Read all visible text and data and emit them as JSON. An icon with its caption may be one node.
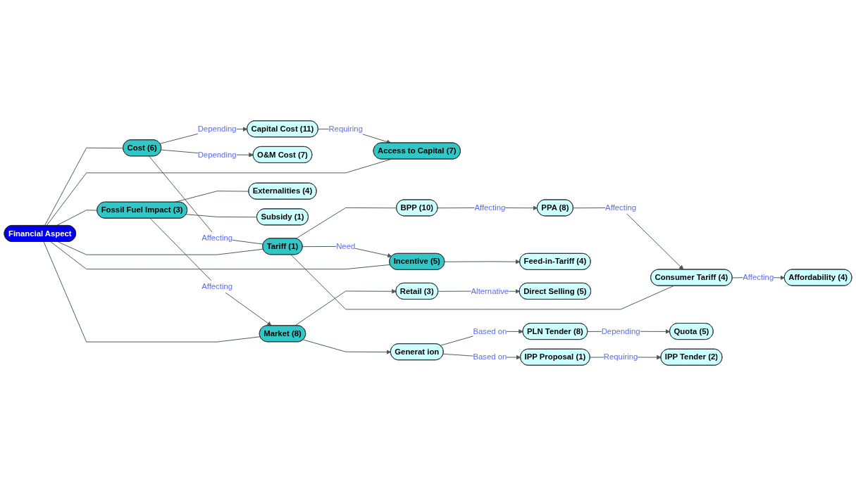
{
  "diagram": {
    "nodes": [
      {
        "text": [
          "Access to Capital (7)"
        ]
      },
      {
        "text": [
          "Capital Cost (11)"
        ]
      },
      {
        "text": [
          "BPP (10)"
        ]
      },
      {
        "text": [
          "PPA (8)"
        ]
      },
      {
        "text": [
          "O&M Cost (7)"
        ]
      },
      {
        "text": [
          "Cost (6)"
        ]
      },
      {
        "text": [
          "Tariff (1)"
        ]
      },
      {
        "text": [
          "Externalities (4)"
        ]
      },
      {
        "text": [
          "Consumer Tariff (4)"
        ]
      },
      {
        "text": [
          "Affordability (4)"
        ]
      },
      {
        "text": [
          "Fossil Fuel Impact (3)"
        ]
      },
      {
        "text": [
          "Financial Aspect"
        ]
      },
      {
        "text": [
          "Subsidy (1)"
        ]
      },
      {
        "text": [
          "Incentive (5)"
        ]
      },
      {
        "text": [
          "Feed-in-Tariff (4)"
        ]
      },
      {
        "text": [
          "Market (8)"
        ]
      },
      {
        "text": [
          "Direct Selling (5)"
        ]
      },
      {
        "text": [
          "Retail (3)"
        ]
      },
      {
        "text": [
          "Generat ion"
        ]
      },
      {
        "text": [
          "Quota (5)"
        ]
      },
      {
        "text": [
          "PLN Tender (8)"
        ]
      },
      {
        "text": [
          "IPP Proposal (1)"
        ]
      },
      {
        "text": [
          "IPP Tender (2)"
        ]
      }
    ],
    "edges": [
      {
        "from": 1,
        "to": 0,
        "arrow": "to",
        "label": "Requiring"
      },
      {
        "from": 5,
        "to": 1,
        "arrow": "to",
        "label": "Depending"
      },
      {
        "from": 5,
        "to": 4,
        "arrow": "to",
        "label": "Depending"
      },
      {
        "from": 5,
        "to": 6,
        "arrow": "none",
        "label": "Affecting"
      },
      {
        "from": 6,
        "to": 2,
        "arrow": "none"
      },
      {
        "from": 2,
        "to": 3,
        "arrow": "to",
        "label": "Affecting"
      },
      {
        "from": 3,
        "to": 8,
        "arrow": "to",
        "label": "Affecting"
      },
      {
        "from": 6,
        "to": 8,
        "arrow": "none"
      },
      {
        "from": 8,
        "to": 9,
        "arrow": "to",
        "label": "Affecting"
      },
      {
        "from": 6,
        "to": 13,
        "arrow": "to",
        "label": "Need"
      },
      {
        "from": 11,
        "to": 6,
        "arrow": "none"
      },
      {
        "from": 11,
        "to": 5,
        "arrow": "none"
      },
      {
        "from": 11,
        "to": 0,
        "arrow": "none"
      },
      {
        "from": 10,
        "to": 7,
        "arrow": "none"
      },
      {
        "from": 10,
        "to": 12,
        "arrow": "none"
      },
      {
        "from": 11,
        "to": 10,
        "arrow": "none"
      },
      {
        "from": 10,
        "to": 15,
        "arrow": "to",
        "label": "Affecting"
      },
      {
        "from": 11,
        "to": 15,
        "arrow": "none"
      },
      {
        "from": 11,
        "to": 13,
        "arrow": "none"
      },
      {
        "from": 13,
        "to": 14,
        "arrow": "to"
      },
      {
        "from": 15,
        "to": 17,
        "arrow": "to"
      },
      {
        "from": 15,
        "to": 18,
        "arrow": "to"
      },
      {
        "from": 17,
        "to": 16,
        "arrow": "to",
        "label": "Alternative"
      },
      {
        "from": 18,
        "to": 20,
        "arrow": "to",
        "label": "Based on"
      },
      {
        "from": 18,
        "to": 21,
        "arrow": "to",
        "label": "Based on"
      },
      {
        "from": 20,
        "to": 19,
        "arrow": "to",
        "label": "Depending"
      },
      {
        "from": 21,
        "to": 22,
        "arrow": "to",
        "label": "Requiring"
      }
    ]
  }
}
